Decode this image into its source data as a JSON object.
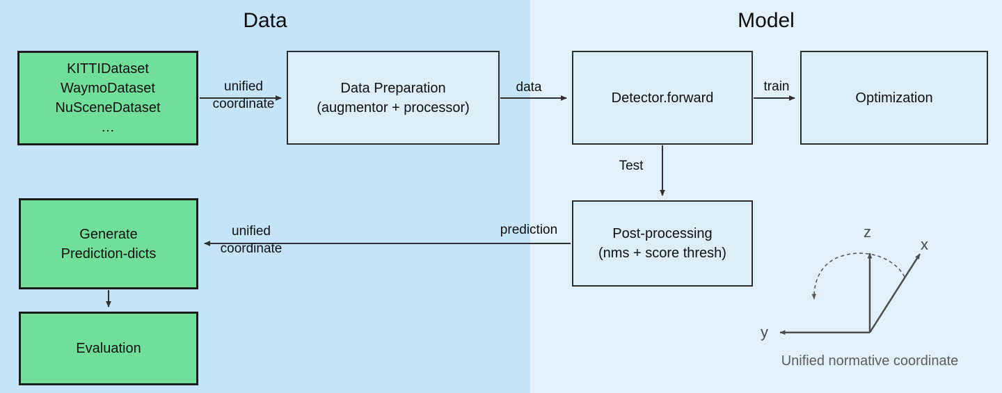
{
  "diagram": {
    "title_data": "Data",
    "title_model": "Model",
    "colors": {
      "data_panel_bg": "#C5E4F7",
      "model_panel_bg": "#E2F0FA",
      "green_node_fill": "#72DE9B",
      "blue_node_fill": "#DCEDF8",
      "node_stroke": "#1C1C1C",
      "edge_stroke": "#3A3A3A",
      "axis_stroke": "#4C4C4C",
      "caption_text": "#5D5D5D"
    },
    "nodes": {
      "datasets": "KITTIDataset\nWaymoDataset\nNuSceneDataset\n…",
      "data_preparation": "Data Preparation\n(augmentor + processor)",
      "detector_forward": "Detector.forward",
      "optimization": "Optimization",
      "post_processing": "Post-processing\n(nms + score thresh)",
      "generate_prediction_dicts": "Generate\nPrediction-dicts",
      "evaluation": "Evaluation"
    },
    "edge_labels": {
      "unified_coordinate_top": "unified\ncoordinate",
      "data": "data",
      "train": "train",
      "test": "Test",
      "prediction": "prediction",
      "unified_coordinate_bottom": "unified\ncoordinate"
    },
    "coordinate_system": {
      "caption": "Unified normative coordinate",
      "axis_z": "z",
      "axis_x": "x",
      "axis_y": "y"
    }
  }
}
